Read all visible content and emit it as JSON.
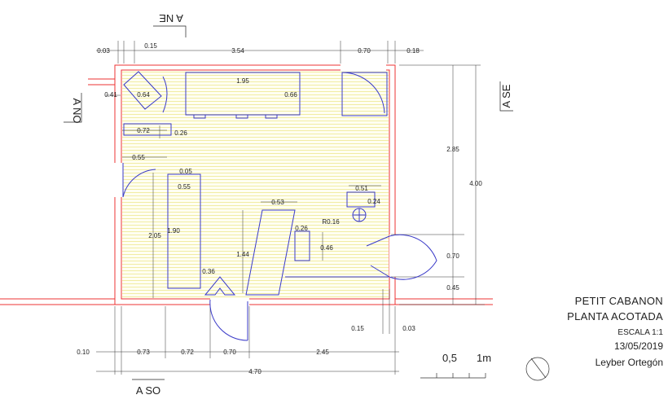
{
  "title_block": {
    "line1": "PETIT CABANON",
    "line2": "PLANTA ACOTADA",
    "scale": "ESCALA 1:1",
    "date": "13/05/2019",
    "author": "Leyber Ortegón"
  },
  "section_labels": {
    "ne": "A NE",
    "se": "A SE",
    "no": "A NO",
    "so": "A SO"
  },
  "scale_bar": {
    "label_half": "0,5",
    "label_one": "1m"
  },
  "dimensions": {
    "top_left_offset": "0.03",
    "top_wall": "0.15",
    "top_span": "3.54",
    "top_window": "0.70",
    "top_right": "0.18",
    "left_upper": "0.41",
    "chair": "0.64",
    "bed_length": "1.95",
    "bed_width": "0.66",
    "shelf_length": "0.72",
    "shelf_depth": "0.26",
    "left_0_55": "0.55",
    "wall_0_05": "0.05",
    "table_width": "0.55",
    "table_length": "1.90",
    "left_height": "2.05",
    "desk_top": "0.53",
    "desk_length": "1.44",
    "stool_width": "0.36",
    "small_block": "0.26",
    "small_block_h": "0.46",
    "basin_w": "0.51",
    "basin_h": "0.24",
    "radius": "R0.16",
    "right_total": "4.00",
    "right_upper": "2.85",
    "door_width": "0.70",
    "door_lower": "0.45",
    "bottom_0_15": "0.15",
    "bottom_0_03": "0.03",
    "bottom_a": "0.10",
    "bottom_b": "0.73",
    "bottom_c": "0.72",
    "bottom_d": "0.70",
    "bottom_e": "2.45",
    "overall_width": "4.70"
  }
}
